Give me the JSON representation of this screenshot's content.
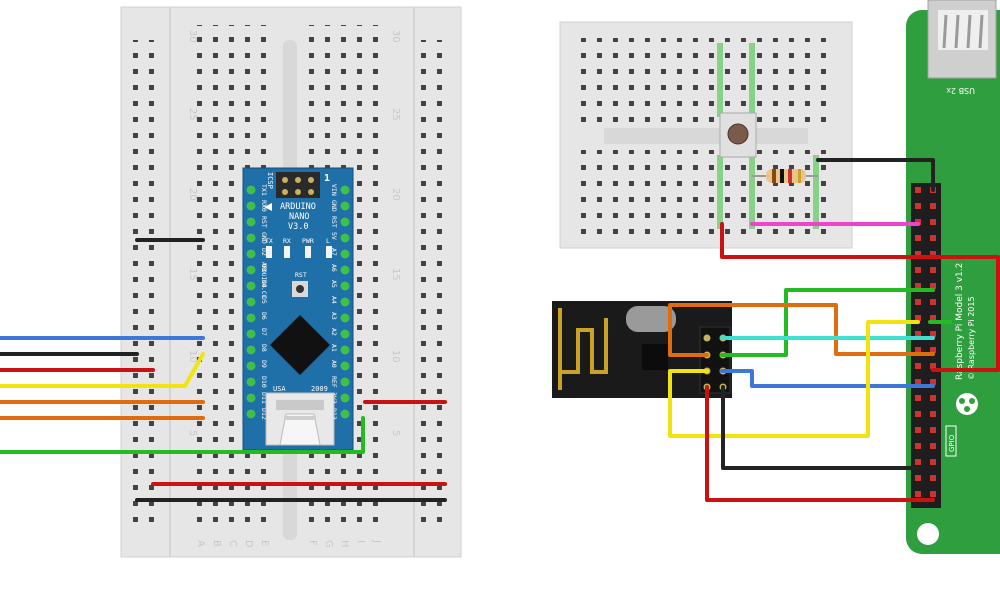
{
  "breadboard_left": {
    "row_numbers": [
      "30",
      "25",
      "20",
      "15",
      "10",
      "5"
    ],
    "column_letters": [
      "A",
      "B",
      "C",
      "D",
      "E",
      "F",
      "G",
      "H",
      "I",
      "J"
    ]
  },
  "arduino": {
    "title": "ARDUINO",
    "model": "NANO",
    "version": "V3.0",
    "icsp": "ICSP",
    "icsp_pin": "1",
    "led_labels": [
      "TX",
      "RX",
      "PWR",
      "L"
    ],
    "rst": "RST",
    "website": "ARDUINO.CC",
    "usa": "USA",
    "year": "2009",
    "left_pins": [
      "TX1",
      "RX0",
      "RST",
      "GND",
      "D2",
      "D3",
      "D4",
      "D5",
      "D6",
      "D7",
      "D8",
      "D9",
      "D10",
      "D11",
      "D12"
    ],
    "right_pins": [
      "VIN",
      "GND",
      "RST",
      "5V",
      "A7",
      "A6",
      "A5",
      "A4",
      "A3",
      "A2",
      "A1",
      "A0",
      "REF",
      "3V3",
      "D13"
    ]
  },
  "raspberry_pi": {
    "usb": "USB 2x",
    "model": "Raspberry Pi Model 3 v1.2",
    "copyright": "© Raspberry Pi 2015",
    "gpio": "GPIO"
  },
  "colors": {
    "breadboard": "#e6e6e6",
    "arduino_pcb": "#1f6fa8",
    "rpi_pcb": "#2e9e3e",
    "nrf_pcb": "#1a1a1a",
    "wire_blue": "#3c78d8",
    "wire_black": "#222222",
    "wire_red": "#cc1111",
    "wire_yellow": "#f2e30e",
    "wire_orange": "#e06c12",
    "wire_green": "#22bb22",
    "wire_cyan": "#3fe0d0",
    "wire_magenta": "#ee44cc"
  }
}
